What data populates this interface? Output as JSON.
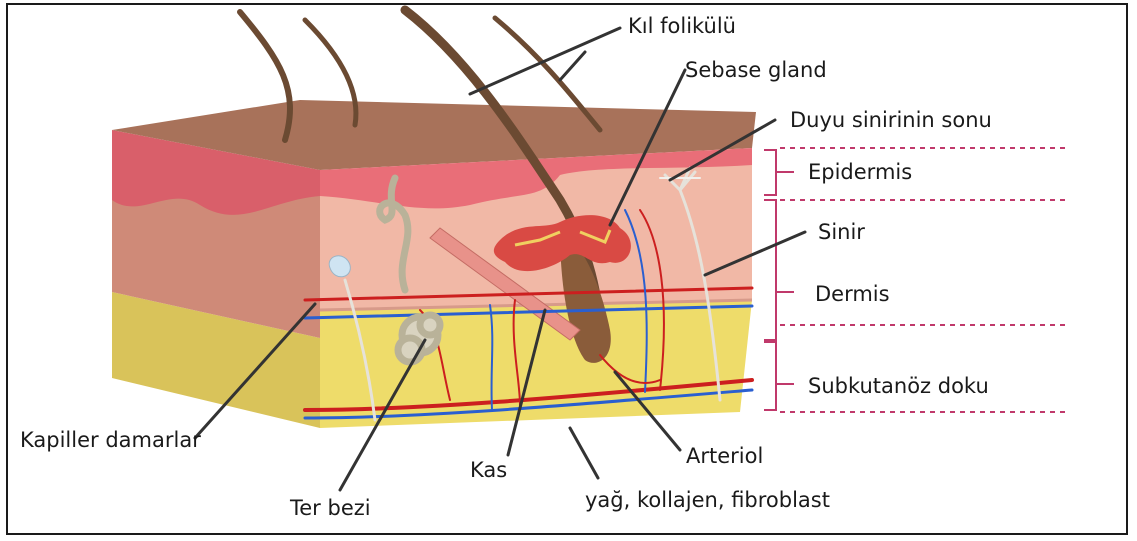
{
  "labels": {
    "hair_follicle": "Kıl folikülü",
    "sebaceous_gland": "Sebase gland",
    "sensory_nerve_ending": "Duyu sinirinin sonu",
    "epidermis": "Epidermis",
    "nerve": "Sinir",
    "dermis": "Dermis",
    "subcutaneous": "Subkutanöz doku",
    "capillaries": "Kapiller damarlar",
    "muscle": "Kas",
    "arteriole": "Arteriol",
    "sweat_gland": "Ter bezi",
    "fat_tissue": "yağ, kollajen, fibroblast"
  },
  "colors": {
    "frame": "#1a1a1a",
    "leader_line": "#333333",
    "layer_dashed": "#c0396b",
    "bracket": "#c0396b",
    "skin_surface": "#a8725a",
    "epidermis": "#e96e78",
    "dermis": "#f1b8a6",
    "subcutaneous_fat": "#eedc6a",
    "artery": "#cc1f1f",
    "vein": "#2a5fd0",
    "hair": "#6b4a32",
    "gland": "#d9d3c0"
  }
}
